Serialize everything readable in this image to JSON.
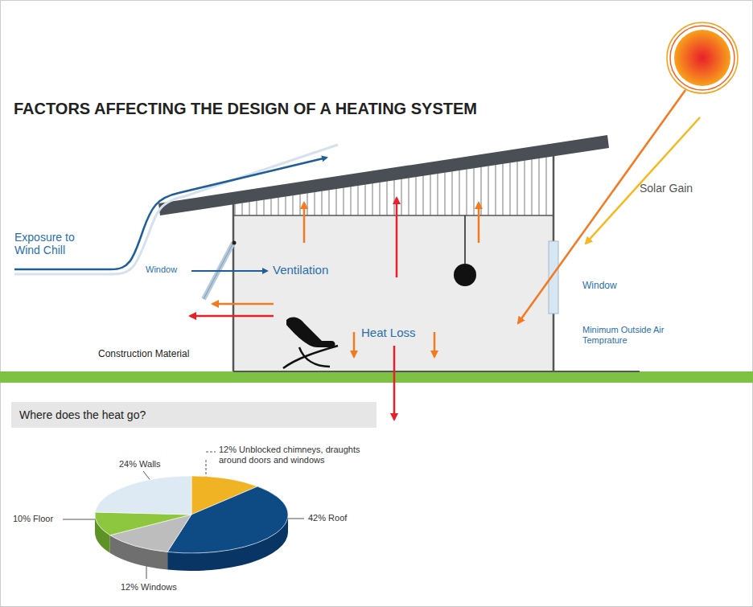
{
  "diagram": {
    "title": "FACTORS AFFECTING THE DESIGN OF A HEATING SYSTEM",
    "nodes": [
      {
        "text": [
          "Where does the heat go?"
        ]
      }
    ],
    "labels": [
      "Exposure to Wind Chill",
      "Window",
      "Ventilation",
      "Solar Gain",
      "Window",
      "Minimum Outside Air Temprature",
      "Heat Loss",
      "Construction Material",
      "24% Walls",
      "12% Unblocked chimneys, draughts around doors and windows",
      "42% Roof",
      "10% Floor",
      "12% Windows"
    ]
  }
}
